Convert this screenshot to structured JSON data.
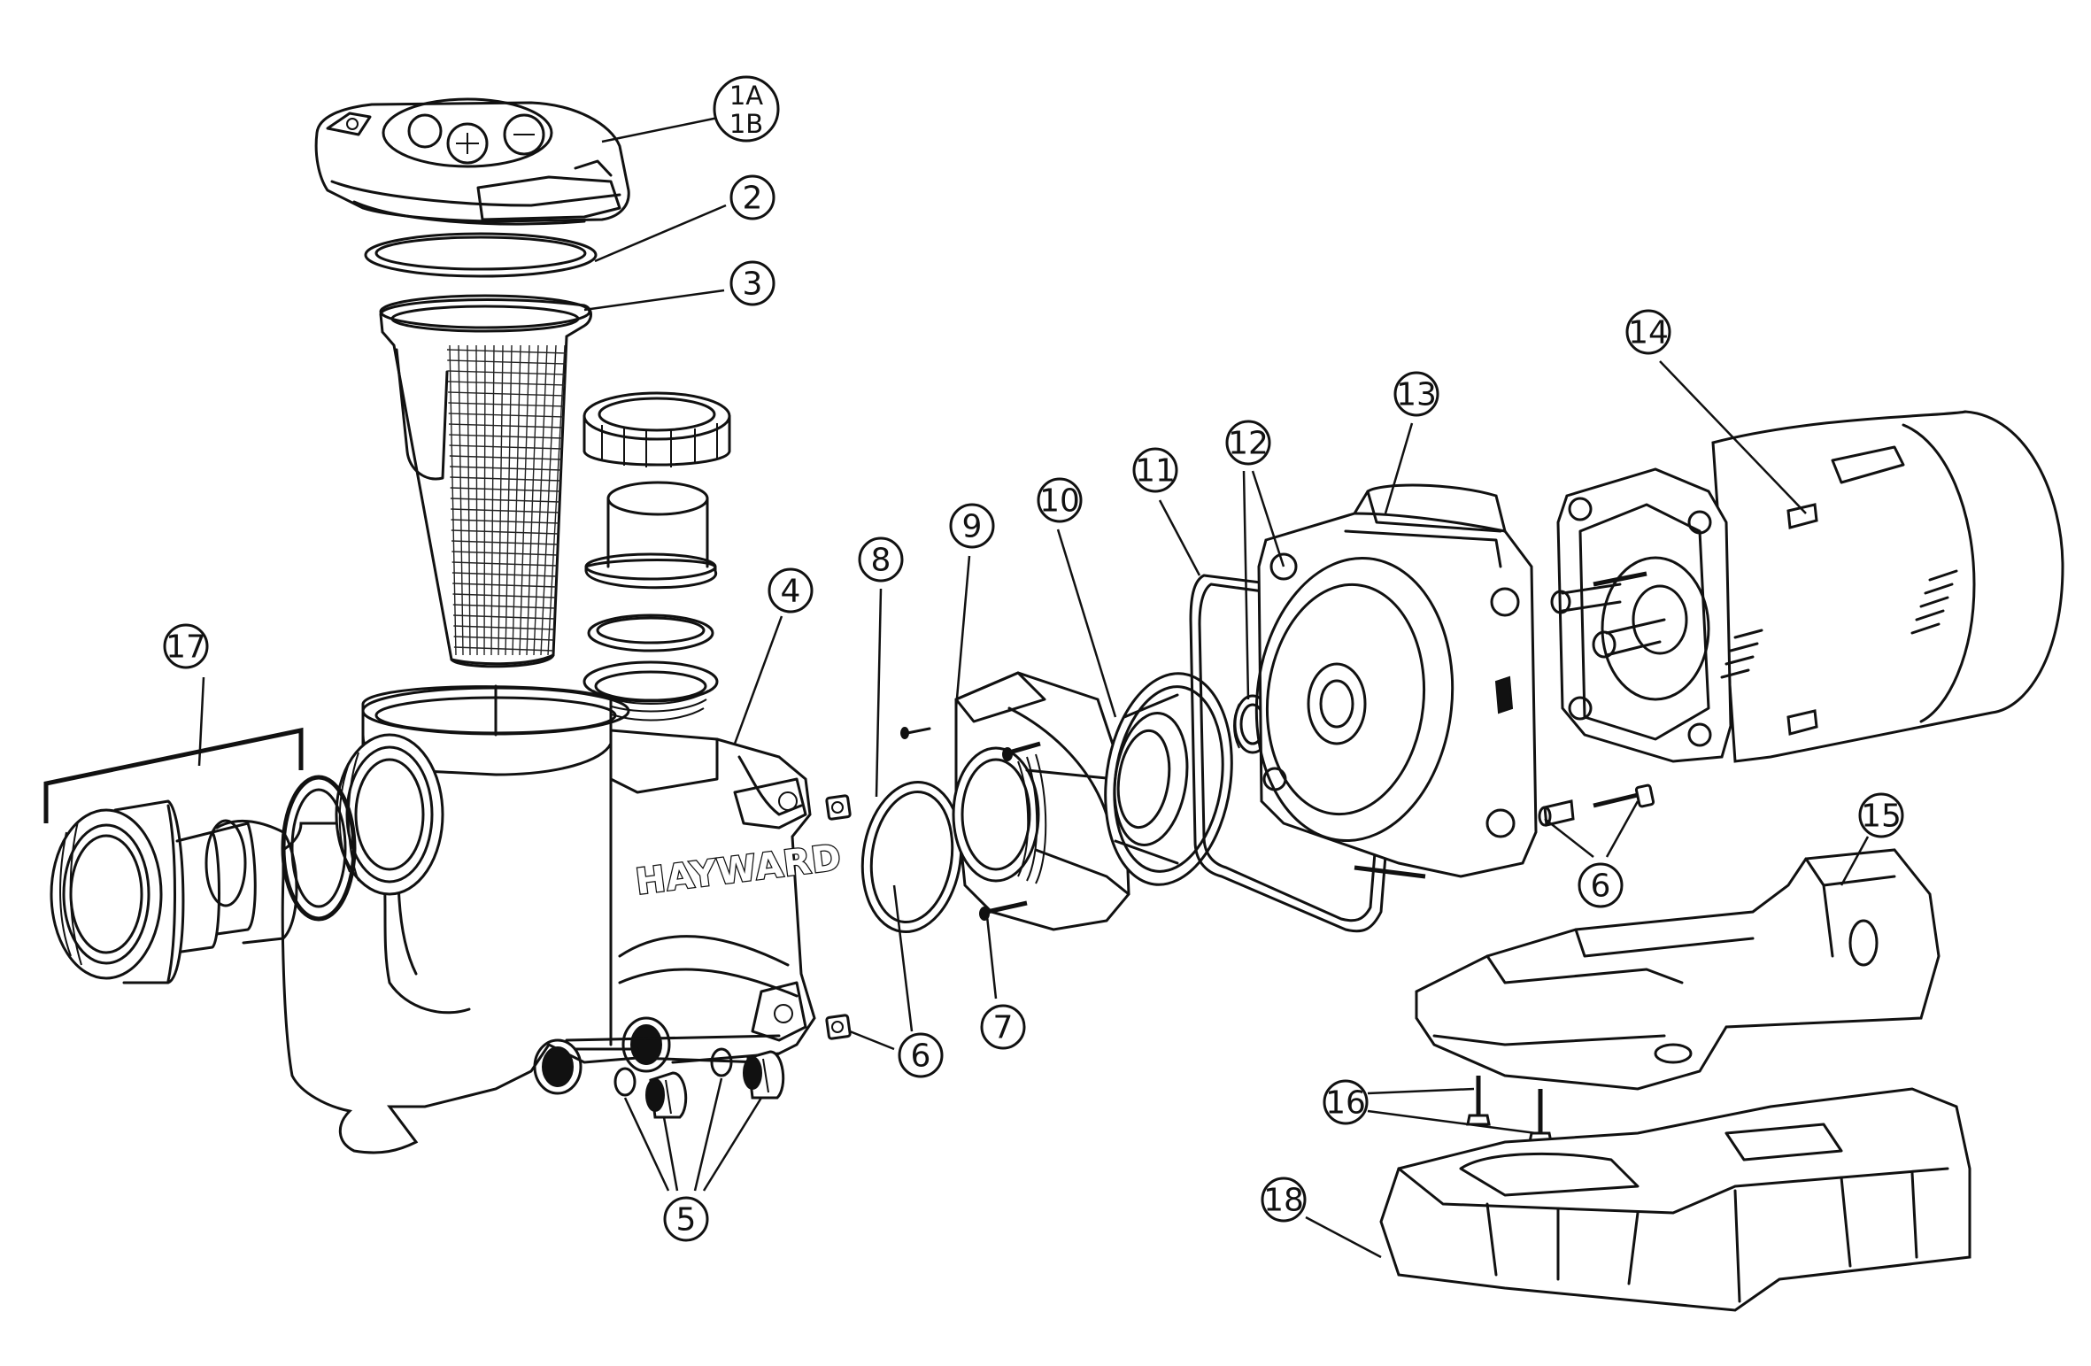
{
  "diagram": {
    "title": "Pool Pump Exploded Parts View",
    "brand_logo": "HAYWARD",
    "colors": {
      "line": "#111111",
      "background": "#ffffff"
    },
    "callouts": [
      {
        "id": "1",
        "label": "1A",
        "label2": "1B",
        "part": "strainer-cover"
      },
      {
        "id": "2",
        "label": "2",
        "part": "cover-o-ring"
      },
      {
        "id": "3",
        "label": "3",
        "part": "strainer-basket"
      },
      {
        "id": "4",
        "label": "4",
        "part": "pump-housing"
      },
      {
        "id": "5",
        "label": "5",
        "part": "drain-plugs-and-o-rings"
      },
      {
        "id": "6a",
        "label": "6",
        "part": "housing-mounting-hardware"
      },
      {
        "id": "6b",
        "label": "6",
        "part": "housing-mounting-bolts"
      },
      {
        "id": "7",
        "label": "7",
        "part": "diffuser-screw"
      },
      {
        "id": "8",
        "label": "8",
        "part": "diffuser-o-ring"
      },
      {
        "id": "9",
        "label": "9",
        "part": "diffuser"
      },
      {
        "id": "10",
        "label": "10",
        "part": "impeller"
      },
      {
        "id": "11",
        "label": "11",
        "part": "housing-gasket"
      },
      {
        "id": "12",
        "label": "12",
        "part": "seal-assembly"
      },
      {
        "id": "13",
        "label": "13",
        "part": "seal-plate"
      },
      {
        "id": "14",
        "label": "14",
        "part": "motor"
      },
      {
        "id": "15",
        "label": "15",
        "part": "motor-support"
      },
      {
        "id": "16",
        "label": "16",
        "part": "support-screws"
      },
      {
        "id": "17",
        "label": "17",
        "part": "union-connector-kit"
      },
      {
        "id": "18",
        "label": "18",
        "part": "mounting-base"
      }
    ]
  }
}
